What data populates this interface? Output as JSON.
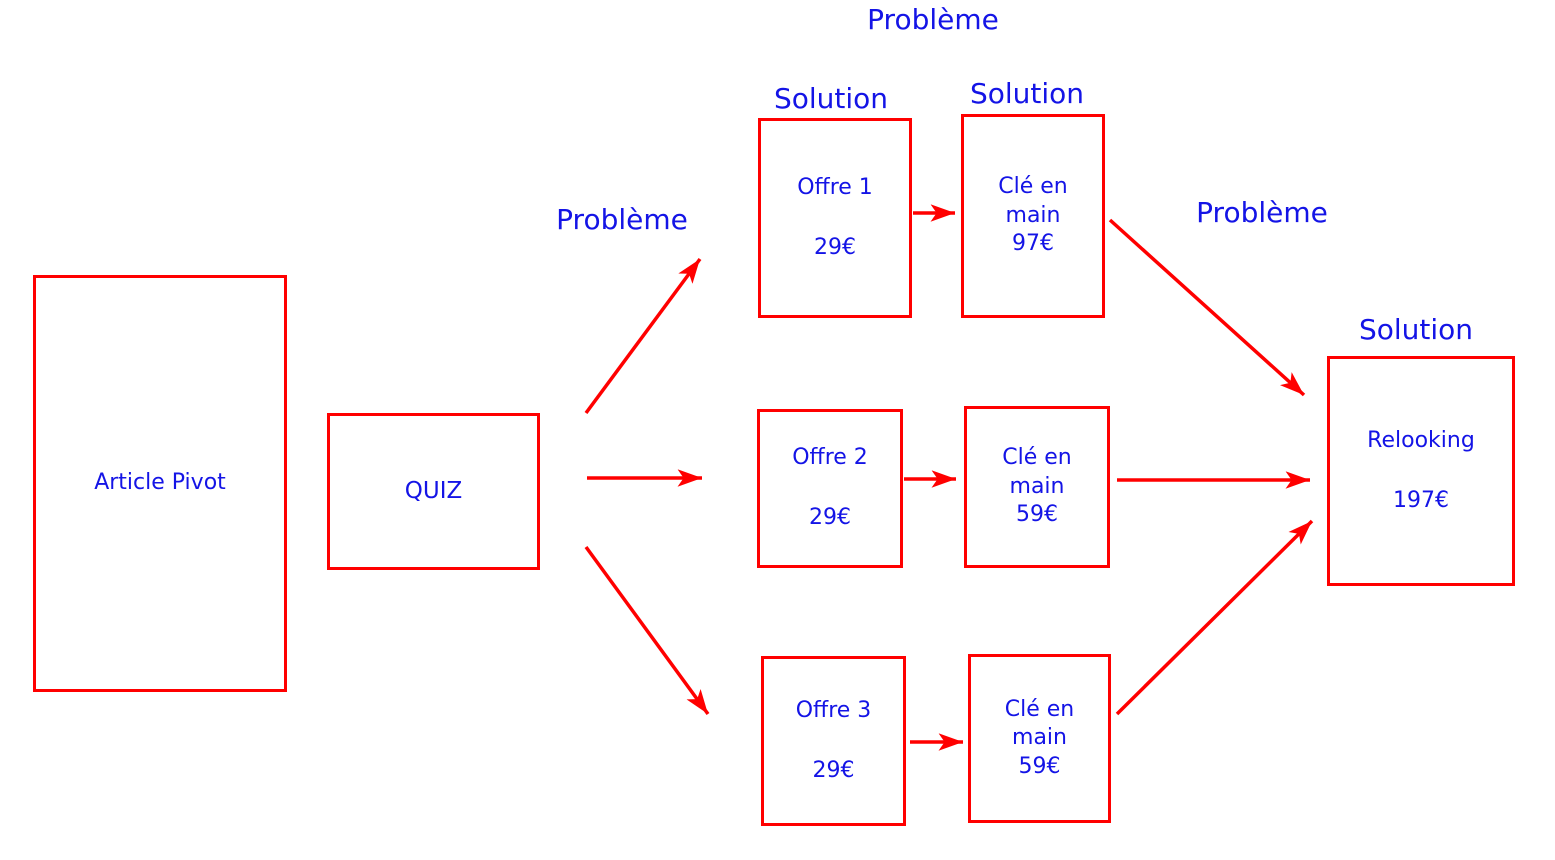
{
  "colors": {
    "line": "#ff0000",
    "text": "#1414e6"
  },
  "labels": {
    "probleme_top": "Problème",
    "probleme_quiz": "Problème",
    "probleme_cle1": "Problème",
    "solution_offre1": "Solution",
    "solution_cle1": "Solution",
    "solution_relooking": "Solution"
  },
  "nodes": {
    "article_pivot": {
      "label": "Article Pivot"
    },
    "quiz": {
      "label": "QUIZ"
    },
    "offre1": {
      "title": "Offre 1",
      "price": "29€"
    },
    "cle1": {
      "title": "Clé en main",
      "price": "97€"
    },
    "offre2": {
      "title": "Offre 2",
      "price": "29€"
    },
    "cle2": {
      "title": "Clé en main",
      "price": "59€"
    },
    "offre3": {
      "title": "Offre 3",
      "price": "29€"
    },
    "cle3": {
      "title": "Clé en main",
      "price": "59€"
    },
    "relooking": {
      "title": "Relooking",
      "price": "197€"
    }
  },
  "edges": [
    {
      "from": "quiz",
      "to": "offre1",
      "label": "Problème"
    },
    {
      "from": "quiz",
      "to": "offre2",
      "label": ""
    },
    {
      "from": "quiz",
      "to": "offre3",
      "label": ""
    },
    {
      "from": "offre1",
      "to": "cle1",
      "label": "Solution"
    },
    {
      "from": "offre2",
      "to": "cle2",
      "label": ""
    },
    {
      "from": "offre3",
      "to": "cle3",
      "label": ""
    },
    {
      "from": "cle1",
      "to": "relooking",
      "label": "Problème"
    },
    {
      "from": "cle2",
      "to": "relooking",
      "label": ""
    },
    {
      "from": "cle3",
      "to": "relooking",
      "label": "Solution"
    }
  ]
}
